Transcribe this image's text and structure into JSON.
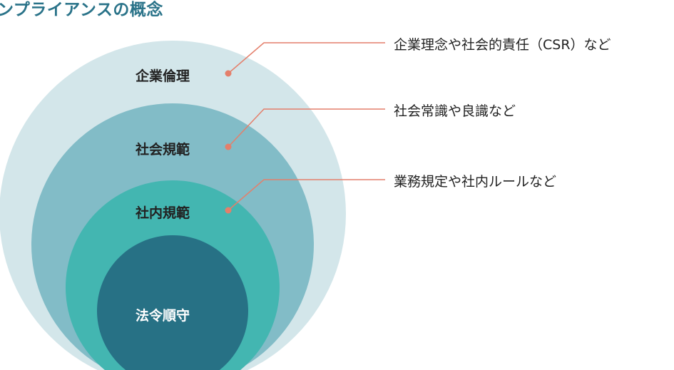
{
  "title": "ンプライアンスの概念",
  "colors": {
    "outer": "#d3e6ea",
    "second": "#82bcc7",
    "third": "#43b6b1",
    "inner": "#277185",
    "leader": "#e47f6b",
    "title": "#2a7389"
  },
  "layers": [
    {
      "label": "企業倫理",
      "description": "企業理念や社会的責任（CSR）など"
    },
    {
      "label": "社会規範",
      "description": "社会常識や良識など"
    },
    {
      "label": "社内規範",
      "description": "業務規定や社内ルールなど"
    },
    {
      "label": "法令順守"
    }
  ]
}
